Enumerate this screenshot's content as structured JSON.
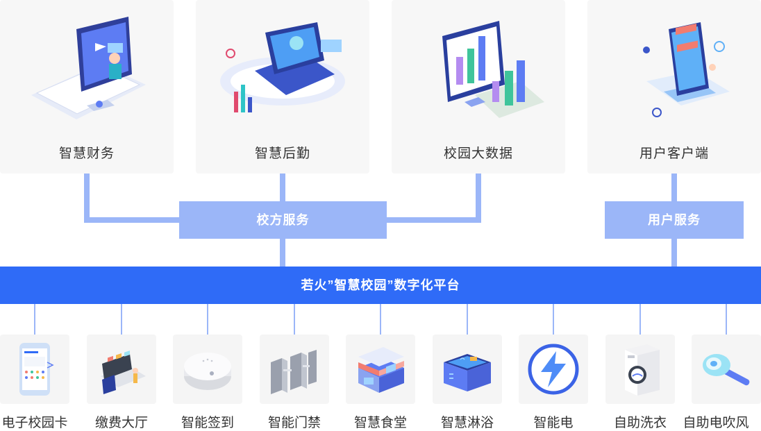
{
  "top_modules": [
    {
      "label": "智慧财务"
    },
    {
      "label": "智慧后勤"
    },
    {
      "label": "校园大数据"
    },
    {
      "label": "用户客户端"
    }
  ],
  "services": {
    "school": "校方服务",
    "user": "用户服务"
  },
  "platform": {
    "title": "若火”智慧校园”数字化平台"
  },
  "bottom_modules": [
    {
      "label": "电子校园卡"
    },
    {
      "label": "缴费大厅"
    },
    {
      "label": "智能签到"
    },
    {
      "label": "智能门禁"
    },
    {
      "label": "智慧食堂"
    },
    {
      "label": "智慧淋浴"
    },
    {
      "label": "智能电"
    },
    {
      "label": "自助洗衣"
    },
    {
      "label": "自助电吹风"
    }
  ],
  "colors": {
    "primary": "#2f6bf7",
    "connector": "#9bb6f8",
    "card_bg": "#f7f7f7"
  }
}
